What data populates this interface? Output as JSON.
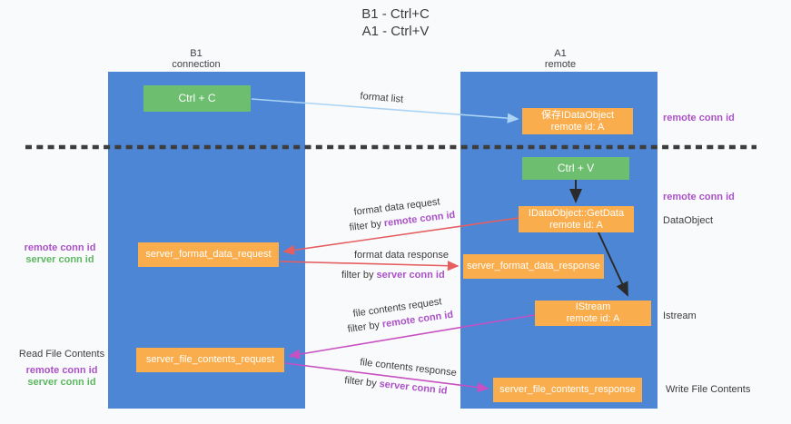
{
  "title": {
    "line1": "B1 - Ctrl+C",
    "line2": "A1 - Ctrl+V"
  },
  "columns": {
    "left": {
      "name": "B1",
      "role": "connection"
    },
    "right": {
      "name": "A1",
      "role": "remote"
    }
  },
  "nodes": {
    "ctrl_c": "Ctrl + C",
    "ctrl_v": "Ctrl + V",
    "save_idataobject": {
      "line1": "保存IDataObject",
      "line2": "remote id: A"
    },
    "getdata": {
      "line1": "IDataObject::GetData",
      "line2": "remote id: A"
    },
    "istream": {
      "line1": "IStream",
      "line2": "remote id: A"
    },
    "format_request": "server_format_data_request",
    "format_response": "server_format_data_response",
    "file_request": "server_file_contents_request",
    "file_response": "server_file_contents_response"
  },
  "arrow_labels": {
    "format_list": "format list",
    "format_data_request": "format data request",
    "format_data_response": "format data response",
    "file_contents_request": "file contents request",
    "file_contents_response": "file contents response",
    "filter_prefix": "filter by",
    "remote_conn_id": "remote conn id",
    "server_conn_id": "server conn id"
  },
  "side_labels": {
    "right_remote_conn_top": "remote conn id",
    "right_remote_conn_mid": "remote conn id",
    "dataobject": "DataObject",
    "istream": "Istream",
    "write_file_contents": "Write File Contents",
    "left_remote_conn_top": "remote conn id",
    "left_server_conn_top": "server conn id",
    "read_file_contents": "Read File Contents",
    "left_remote_conn_bottom": "remote conn id",
    "left_server_conn_bottom": "server conn id"
  },
  "colors": {
    "column_blue": "#4e86d6",
    "node_orange": "#f9ad4c",
    "node_green": "#6dbe6e",
    "arrow_light_blue": "#aad4f5",
    "arrow_red": "#e55e60",
    "arrow_magenta": "#c750c3",
    "text_purple": "#ab51c8",
    "text_green": "#5cb860",
    "dashed_line": "#3d3d3d",
    "background": "#f9fafb"
  }
}
